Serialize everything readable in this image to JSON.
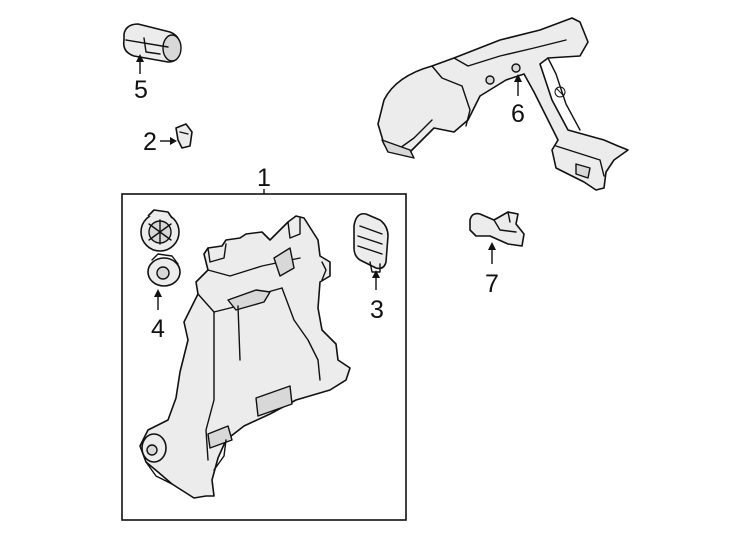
{
  "callouts": {
    "c1": "1",
    "c2": "2",
    "c3": "3",
    "c4": "4",
    "c5": "5",
    "c6": "6",
    "c7": "7"
  },
  "colors": {
    "ink": "#111111",
    "part_fill": "#ececec",
    "background": "#ffffff"
  }
}
